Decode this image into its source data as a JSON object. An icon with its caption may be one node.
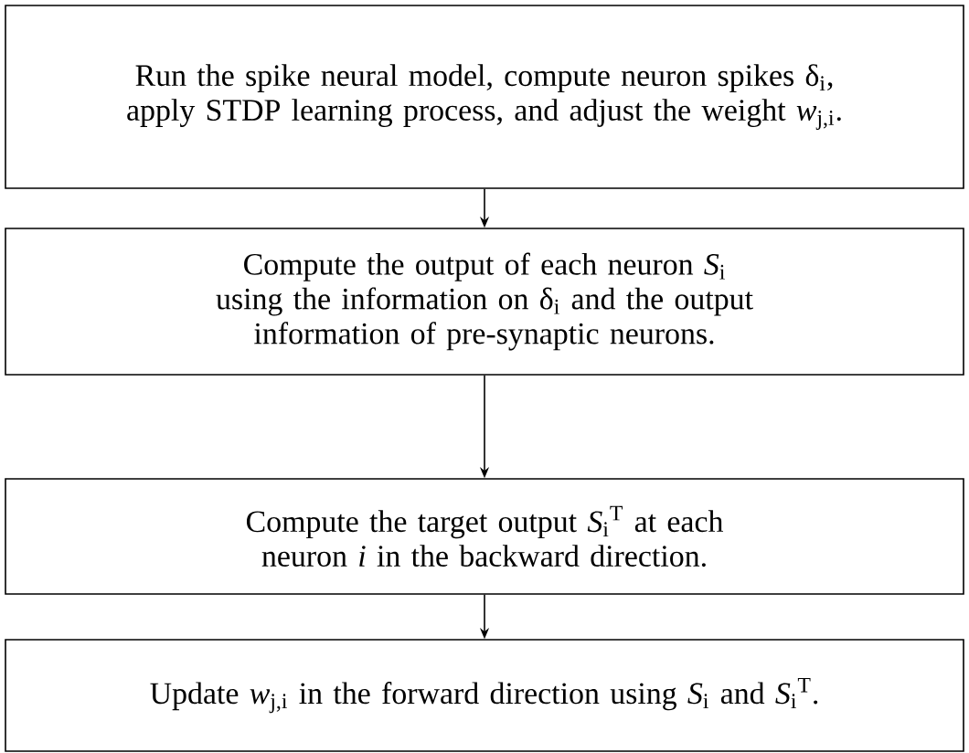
{
  "diagram": {
    "nodes": [
      {
        "text": [
          "Run the spike neural model, compute neuron spikes δ$_{i}$, apply STDP learning process, and adjust the weight *w*$_{j,i}$."
        ]
      },
      {
        "text": [
          "Compute the output of each neuron *S*$_{i}$ using the information on δ$_{i}$ and the output information of pre-synaptic neurons."
        ]
      },
      {
        "text": [
          "Compute the target output *S*$_{i}$$^{T}$ at each neuron *i* in the backward direction."
        ]
      },
      {
        "text": [
          "Update *w*$_{j,i}$ in the forward direction using *S*$_{i}$ and *S*$_{i}$$^{T}$."
        ]
      }
    ],
    "edges": [
      {
        "from": 0,
        "to": 1,
        "arrow": "to"
      },
      {
        "from": 1,
        "to": 2,
        "arrow": "to"
      },
      {
        "from": 2,
        "to": 3,
        "arrow": "to"
      }
    ]
  }
}
